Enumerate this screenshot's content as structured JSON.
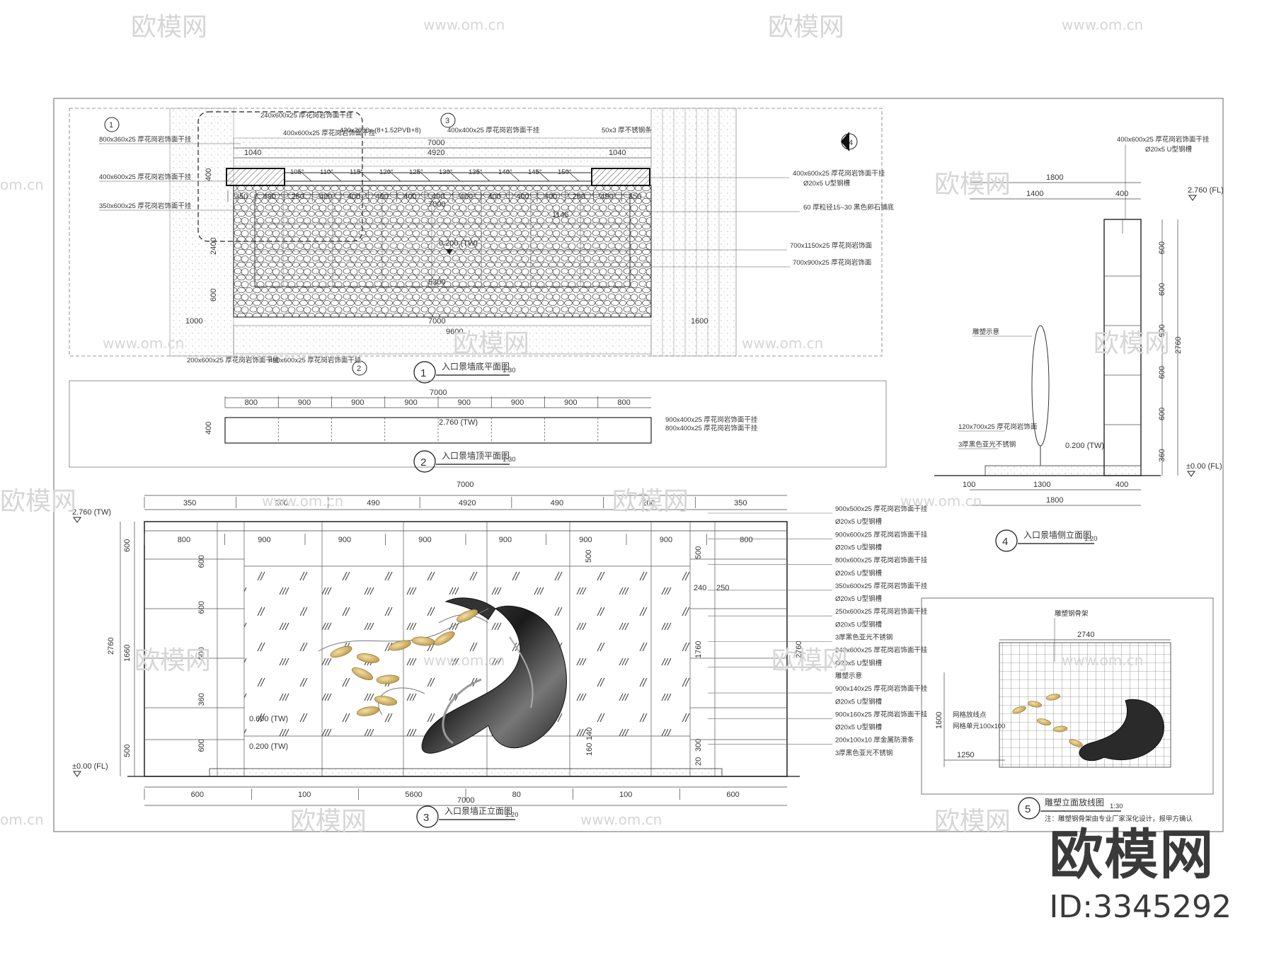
{
  "watermark": {
    "logo_text": "欧模网",
    "url": "www.om.cn",
    "url_fragment": "om.cn"
  },
  "brand": {
    "logo": "欧模网",
    "id": "ID:3345292"
  },
  "drawing1": {
    "title": "入口景墙底平面图",
    "number": "1",
    "scale": "1:30",
    "dims_top": [
      "1040",
      "4920",
      "1040",
      "7000"
    ],
    "dims_row": [
      "350",
      "490",
      "260",
      "400",
      "400",
      "400",
      "400",
      "400",
      "400",
      "400",
      "400",
      "400",
      "260",
      "490",
      "350"
    ],
    "dims_inner": [
      "7000",
      "1146",
      "5300"
    ],
    "dims_bottom": [
      "1000",
      "7000",
      "9600",
      "1600"
    ],
    "dims_side": [
      "400",
      "2400",
      "600"
    ],
    "angles": [
      "105°",
      "110°",
      "115°",
      "120°",
      "125°",
      "130°",
      "135°",
      "140°",
      "145°",
      "150°"
    ],
    "level": "0.200 (TW)",
    "labels_left": [
      "800x360x25 厚花岗岩饰面干挂",
      "400x600x25 厚花岗岩饰面干挂",
      "350x600x25 厚花岗岩饰面干挂"
    ],
    "labels_top": [
      "240x600x25 厚花岗岩饰面干挂",
      "400x600x25 厚花岗岩饰面干挂",
      "420x2000x (8+1.52PVB+8)",
      "400x400x25 厚花岗岩饰面干挂",
      "50x3 厚不锈钢条"
    ],
    "labels_right": [
      "400x600x25 厚花岗岩饰面干挂",
      "Ø20x5 U型钢槽",
      "60 厚粒径15~30 黑色卵石铺底",
      "700x1150x25 厚花岗岩饰面",
      "700x900x25 厚花岗岩饰面"
    ],
    "labels_bottom": [
      "200x600x25 厚花岗岩饰面干挂",
      "490x600x25 厚花岗岩饰面干挂"
    ],
    "section_marks": [
      "1",
      "2",
      "3",
      "4"
    ]
  },
  "drawing2": {
    "title": "入口景墙顶平面图",
    "number": "2",
    "scale": "1:30",
    "dims": [
      "800",
      "900",
      "900",
      "900",
      "900",
      "900",
      "900",
      "800"
    ],
    "total": "7000",
    "side": "400",
    "level": "2.760 (TW)",
    "labels": [
      "900x400x25 厚花岗岩饰面干挂",
      "800x400x25 厚花岗岩饰面干挂"
    ]
  },
  "drawing3": {
    "title": "入口景墙正立面图",
    "number": "3",
    "scale": "1:20",
    "dims_top1": [
      "350",
      "200",
      "490",
      "4920",
      "490",
      "200",
      "350"
    ],
    "total": "7000",
    "dims_top2": [
      "800",
      "900",
      "900",
      "900",
      "900",
      "900",
      "900",
      "800"
    ],
    "dims_left": [
      "600",
      "2760",
      "1660",
      "500"
    ],
    "dims_inner_left": [
      "600",
      "600",
      "600",
      "360",
      "600"
    ],
    "dims_inner_right": [
      "500",
      "500",
      "240",
      "250",
      "1760",
      "160",
      "140",
      "20",
      "300",
      "2760"
    ],
    "dims_bottom": [
      "600",
      "100",
      "5600",
      "80",
      "100",
      "600",
      "7000"
    ],
    "levels": [
      "2.760 (TW)",
      "±0.00 (FL)",
      "0.600 (TW)",
      "0.200 (TW)"
    ],
    "labels_right": [
      "900x500x25 厚花岗岩饰面干挂",
      "Ø20x5 U型钢槽",
      "900x600x25 厚花岗岩饰面干挂",
      "Ø20x5 U型钢槽",
      "800x600x25 厚花岗岩饰面干挂",
      "Ø20x5 U型钢槽",
      "350x600x25 厚花岗岩饰面干挂",
      "Ø20x5 U型钢槽",
      "250x600x25 厚花岗岩饰面干挂",
      "Ø20x5 U型钢槽",
      "3厚黑色亚光不锈钢",
      "240x600x25 厚花岗岩饰面干挂",
      "Ø20x5 U型钢槽",
      "雕塑示意",
      "900x140x25 厚花岗岩饰面干挂",
      "Ø20x5 U型钢槽",
      "900x160x25 厚花岗岩饰面干挂",
      "Ø20x5 U型钢槽",
      "200x100x10 厚金属防滑条",
      "3厚黑色亚光不锈钢"
    ]
  },
  "drawing4": {
    "title": "入口景墙侧立面图",
    "number": "4",
    "scale": "1:20",
    "dims_top": [
      "400x600x25 厚花岗岩饰面干挂",
      "Ø20x5 U型钢槽",
      "1800",
      "1400",
      "400"
    ],
    "dims_right": [
      "600",
      "600",
      "600",
      "600",
      "600",
      "360",
      "2760"
    ],
    "dims_bottom": [
      "100",
      "1300",
      "400",
      "1800"
    ],
    "levels": [
      "2.760 (FL)",
      "±0.00 (FL)",
      "0.200 (TW)"
    ],
    "labels": [
      "雕塑示意",
      "120x700x25 厚花岗岩饰面",
      "3厚黑色亚光不锈钢"
    ]
  },
  "drawing5": {
    "title": "雕塑立面放线图",
    "number": "5",
    "scale": "1:30",
    "dims": [
      "2740",
      "1600",
      "1250"
    ],
    "labels": [
      "雕塑钢骨架",
      "网格放线点",
      "网格单元100x100"
    ],
    "note": "注：雕塑钢骨架由专业厂家深化设计，报甲方确认"
  }
}
